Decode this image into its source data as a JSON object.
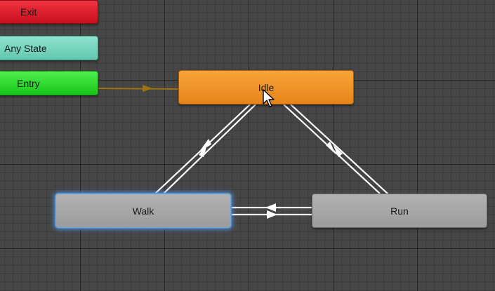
{
  "states": {
    "exit": {
      "label": "Exit"
    },
    "any_state": {
      "label": "Any State"
    },
    "entry": {
      "label": "Entry"
    },
    "idle": {
      "label": "Idle"
    },
    "walk": {
      "label": "Walk"
    },
    "run": {
      "label": "Run"
    }
  },
  "colors": {
    "graph_background": "#464646",
    "exit": "#e01e2a",
    "any_state": "#7dd8c0",
    "entry": "#2fdc2f",
    "default_state": "#f0952a",
    "state": "#a8a8a8",
    "selection_glow": "#4f8fce",
    "default_transition": "#a0720e",
    "transition": "#ffffff"
  },
  "icons": {
    "cursor": "mouse-pointer-icon"
  }
}
